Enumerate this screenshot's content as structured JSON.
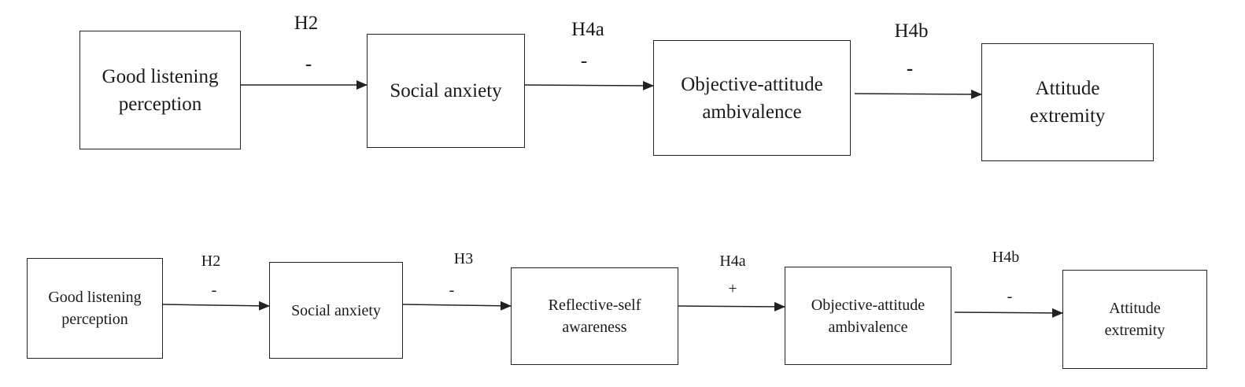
{
  "diagram_top": {
    "boxes": [
      {
        "text": "Good listening\nperception"
      },
      {
        "text": "Social anxiety"
      },
      {
        "text": "Objective-attitude\nambivalence"
      },
      {
        "text": "Attitude\nextremity"
      }
    ],
    "links": [
      {
        "hypothesis": "H2",
        "sign": "-"
      },
      {
        "hypothesis": "H4a",
        "sign": "-"
      },
      {
        "hypothesis": "H4b",
        "sign": "-"
      }
    ]
  },
  "diagram_bottom": {
    "boxes": [
      {
        "text": "Good listening\nperception"
      },
      {
        "text": "Social anxiety"
      },
      {
        "text": "Reflective-self\nawareness"
      },
      {
        "text": "Objective-attitude\nambivalence"
      },
      {
        "text": "Attitude\nextremity"
      }
    ],
    "links": [
      {
        "hypothesis": "H2",
        "sign": "-"
      },
      {
        "hypothesis": "H3",
        "sign": "-"
      },
      {
        "hypothesis": "H4a",
        "sign": "+"
      },
      {
        "hypothesis": "H4b",
        "sign": "-"
      }
    ]
  }
}
